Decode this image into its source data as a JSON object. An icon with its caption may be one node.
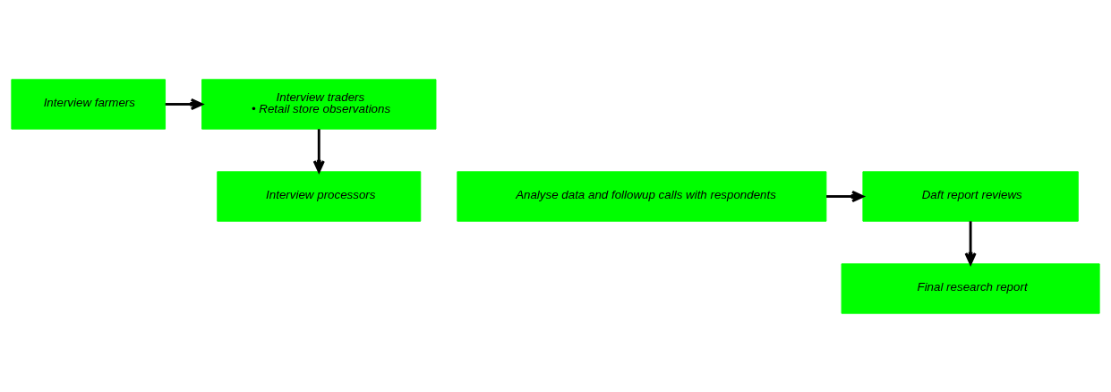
{
  "diagram": {
    "nodes": [
      {
        "text": [
          "Interview farmers"
        ]
      },
      {
        "text": [
          "Interview traders",
          "• Retail store observations"
        ]
      },
      {
        "text": [
          "Interview processors"
        ]
      },
      {
        "text": [
          "Analyse data and followup calls with respondents"
        ]
      },
      {
        "text": [
          "Daft report reviews"
        ]
      },
      {
        "text": [
          "Final research report"
        ]
      }
    ],
    "edges": [
      {
        "from": 0,
        "to": 1,
        "arrow": "to"
      },
      {
        "from": 1,
        "to": 2,
        "arrow": "to"
      },
      {
        "from": 3,
        "to": 4,
        "arrow": "to"
      },
      {
        "from": 4,
        "to": 5,
        "arrow": "to"
      }
    ]
  }
}
